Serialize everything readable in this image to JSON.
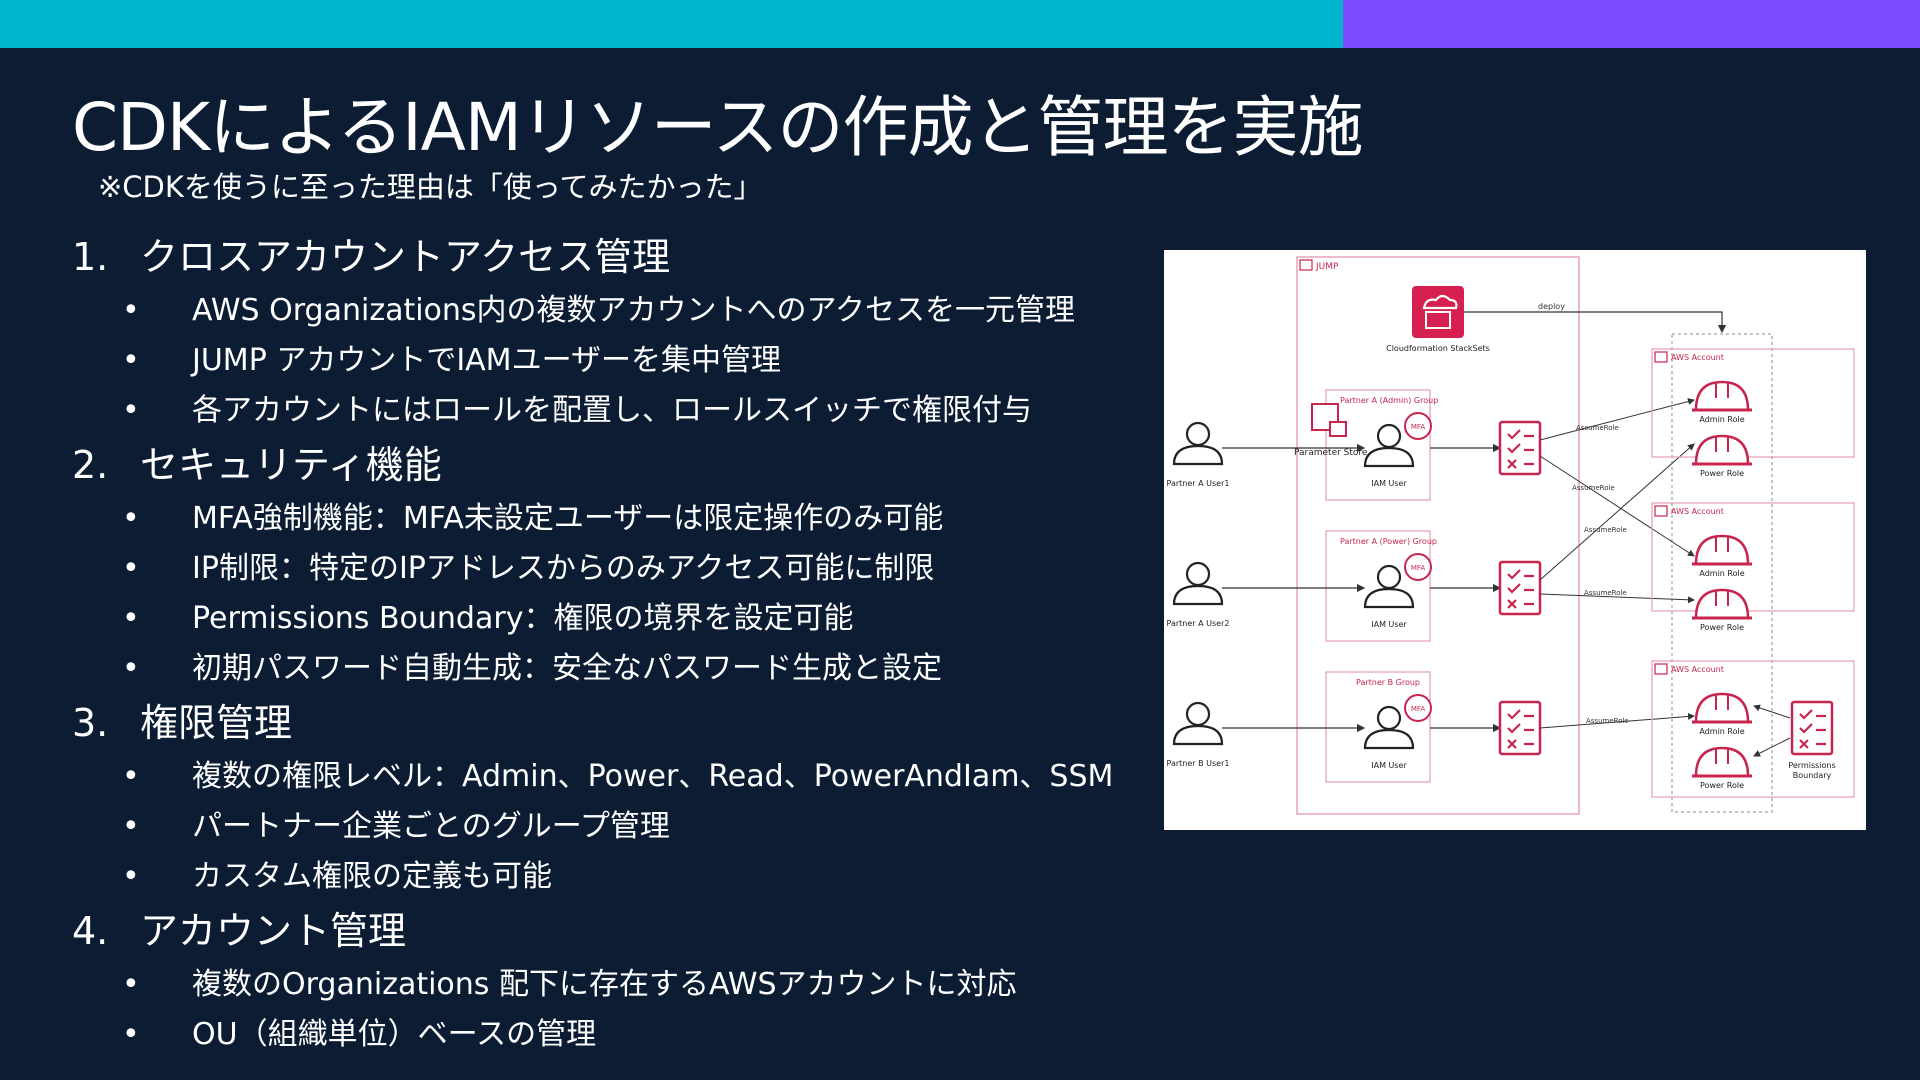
{
  "slide": {
    "title": "CDKによるIAMリソースの作成と管理を実施",
    "subtitle": "※CDKを使うに至った理由は「使ってみたかった」",
    "bullet_char": "•",
    "accent_colors": {
      "cyan": "#00b5cc",
      "purple": "#7b4cff",
      "background": "#0b1c33",
      "aws_red": "#d6204f"
    }
  },
  "sections": [
    {
      "number": "1.",
      "heading": "クロスアカウントアクセス管理",
      "bullets": [
        "AWS Organizations内の複数アカウントへのアクセスを一元管理",
        "JUMP アカウントでIAMユーザーを集中管理",
        "各アカウントにはロールを配置し、ロールスイッチで権限付与"
      ]
    },
    {
      "number": "2.",
      "heading": "セキュリティ機能",
      "bullets": [
        "MFA強制機能：MFA未設定ユーザーは限定操作のみ可能",
        "IP制限：特定のIPアドレスからのみアクセス可能に制限",
        "Permissions Boundary：権限の境界を設定可能",
        "初期パスワード自動生成：安全なパスワード生成と設定"
      ]
    },
    {
      "number": "3.",
      "heading": "権限管理",
      "bullets": [
        "複数の権限レベル：Admin、Power、Read、PowerAndIam、SSM",
        "パートナー企業ごとのグループ管理",
        "カスタム権限の定義も可能"
      ]
    },
    {
      "number": "4.",
      "heading": "アカウント管理",
      "bullets": [
        "複数のOrganizations 配下に存在するAWSアカウントに対応",
        "OU（組織単位）ベースの管理"
      ]
    }
  ],
  "diagram": {
    "jump_label": "JUMP",
    "stacksets_label": "Cloudformation StackSets",
    "deploy_label": "deploy",
    "param_store_label": "Parameter Store",
    "groups": [
      {
        "label": "Partner A (Admin) Group",
        "user_label": "IAM User",
        "mfa": "MFA",
        "partner": "Partner A User1"
      },
      {
        "label": "Partner A (Power) Group",
        "user_label": "IAM User",
        "mfa": "MFA",
        "partner": "Partner A User2"
      },
      {
        "label": "Partner B Group",
        "user_label": "IAM User",
        "mfa": "MFA",
        "partner": "Partner B User1"
      }
    ],
    "assume_role_label": "AssumeRole",
    "accounts": [
      {
        "label": "AWS Account",
        "role1": "Admin Role",
        "role2": "Power Role"
      },
      {
        "label": "AWS Account",
        "role1": "Admin Role",
        "role2": "Power Role"
      },
      {
        "label": "AWS Account",
        "role1": "Admin Role",
        "role2": "Power Role"
      }
    ],
    "boundary_label_1": "Permissions",
    "boundary_label_2": "Boundary"
  }
}
